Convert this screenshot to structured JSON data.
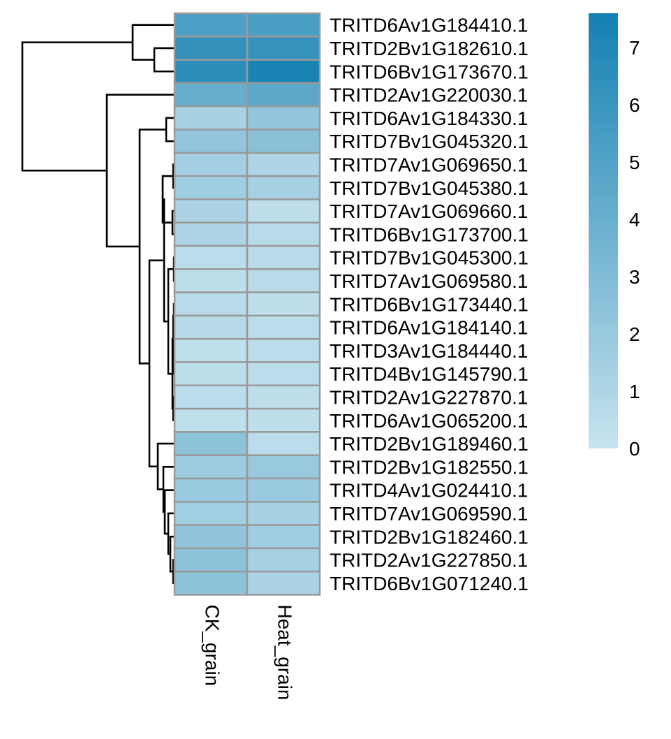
{
  "chart_data": {
    "type": "heatmap",
    "title": "",
    "columns": [
      "CK_grain",
      "Heat_grain"
    ],
    "rows": [
      "TRITD6Av1G184410.1",
      "TRITD2Bv1G182610.1",
      "TRITD6Bv1G173670.1",
      "TRITD2Av1G220030.1",
      "TRITD6Av1G184330.1",
      "TRITD7Bv1G045320.1",
      "TRITD7Av1G069650.1",
      "TRITD7Bv1G045380.1",
      "TRITD7Av1G069660.1",
      "TRITD6Bv1G173700.1",
      "TRITD7Bv1G045300.1",
      "TRITD7Av1G069580.1",
      "TRITD6Bv1G173440.1",
      "TRITD6Av1G184140.1",
      "TRITD3Av1G184440.1",
      "TRITD4Bv1G145790.1",
      "TRITD2Av1G227870.1",
      "TRITD6Av1G065200.1",
      "TRITD2Bv1G189460.1",
      "TRITD2Bv1G182550.1",
      "TRITD4Av1G024410.1",
      "TRITD7Av1G069590.1",
      "TRITD2Bv1G182460.1",
      "TRITD2Av1G227850.1",
      "TRITD6Bv1G071240.1"
    ],
    "values": [
      [
        5.2,
        5.3
      ],
      [
        6.3,
        6.2
      ],
      [
        6.5,
        7.4
      ],
      [
        4.1,
        4.5
      ],
      [
        1.3,
        2.2
      ],
      [
        2.2,
        2.6
      ],
      [
        1.5,
        1.1
      ],
      [
        1.7,
        1.4
      ],
      [
        1.2,
        0.4
      ],
      [
        1.1,
        0.6
      ],
      [
        0.5,
        0.6
      ],
      [
        0.4,
        0.6
      ],
      [
        0.6,
        0.4
      ],
      [
        0.7,
        0.5
      ],
      [
        0.3,
        0.5
      ],
      [
        0.4,
        0.5
      ],
      [
        0.5,
        0.4
      ],
      [
        0.3,
        0.4
      ],
      [
        2.5,
        0.5
      ],
      [
        1.8,
        2.0
      ],
      [
        1.9,
        1.9
      ],
      [
        1.6,
        1.4
      ],
      [
        2.3,
        1.7
      ],
      [
        2.5,
        1.4
      ],
      [
        2.4,
        1.2
      ]
    ],
    "color_scale": {
      "min": 0,
      "max": 7.6,
      "low_color": "#c7e3ee",
      "high_color": "#1480b2",
      "ticks": [
        0,
        1,
        2,
        3,
        4,
        5,
        6,
        7
      ]
    },
    "cell_border_color": "#999999",
    "legend_placement": "right",
    "row_dendrogram": true
  }
}
